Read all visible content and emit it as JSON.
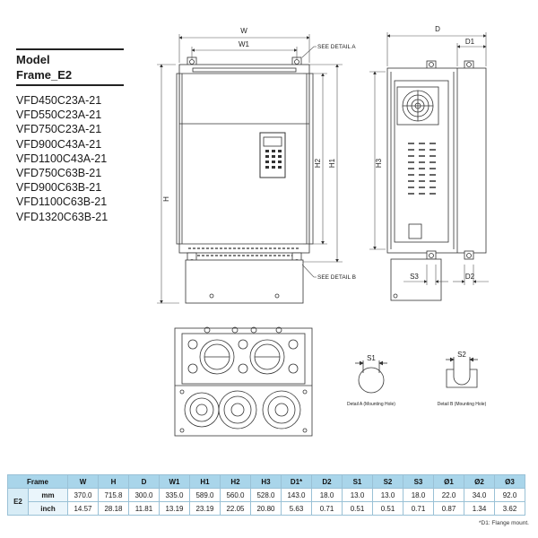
{
  "model": {
    "label": "Model",
    "frame": "Frame_E2"
  },
  "models": [
    "VFD450C23A-21",
    "VFD550C23A-21",
    "VFD750C23A-21",
    "VFD900C43A-21",
    "VFD1100C43A-21",
    "VFD750C63B-21",
    "VFD900C63B-21",
    "VFD1100C63B-21",
    "VFD1320C63B-21"
  ],
  "front_labels": {
    "w": "W",
    "w1": "W1",
    "h": "H",
    "h1": "H1",
    "h2": "H2",
    "detail_a": "SEE DETAIL A",
    "detail_b": "SEE DETAIL B"
  },
  "side_labels": {
    "d": "D",
    "d1": "D1",
    "d2": "D2",
    "h3": "H3",
    "s3": "S3"
  },
  "details": {
    "s1": "S1",
    "s2": "S2",
    "a": "Detail A (Mounting Hole)",
    "b": "Detail B (Mounting Hole)"
  },
  "table": {
    "headers": [
      "Frame",
      "W",
      "H",
      "D",
      "W1",
      "H1",
      "H2",
      "H3",
      "D1*",
      "D2",
      "S1",
      "S2",
      "S3",
      "Ø1",
      "Ø2",
      "Ø3"
    ],
    "frame": "E2",
    "rows": [
      {
        "unit": "mm",
        "values": [
          "370.0",
          "715.8",
          "300.0",
          "335.0",
          "589.0",
          "560.0",
          "528.0",
          "143.0",
          "18.0",
          "13.0",
          "13.0",
          "18.0",
          "22.0",
          "34.0",
          "92.0"
        ]
      },
      {
        "unit": "inch",
        "values": [
          "14.57",
          "28.18",
          "11.81",
          "13.19",
          "23.19",
          "22.05",
          "20.80",
          "5.63",
          "0.71",
          "0.51",
          "0.51",
          "0.71",
          "0.87",
          "1.34",
          "3.62"
        ]
      }
    ],
    "note": "*D1: Flange mount."
  }
}
